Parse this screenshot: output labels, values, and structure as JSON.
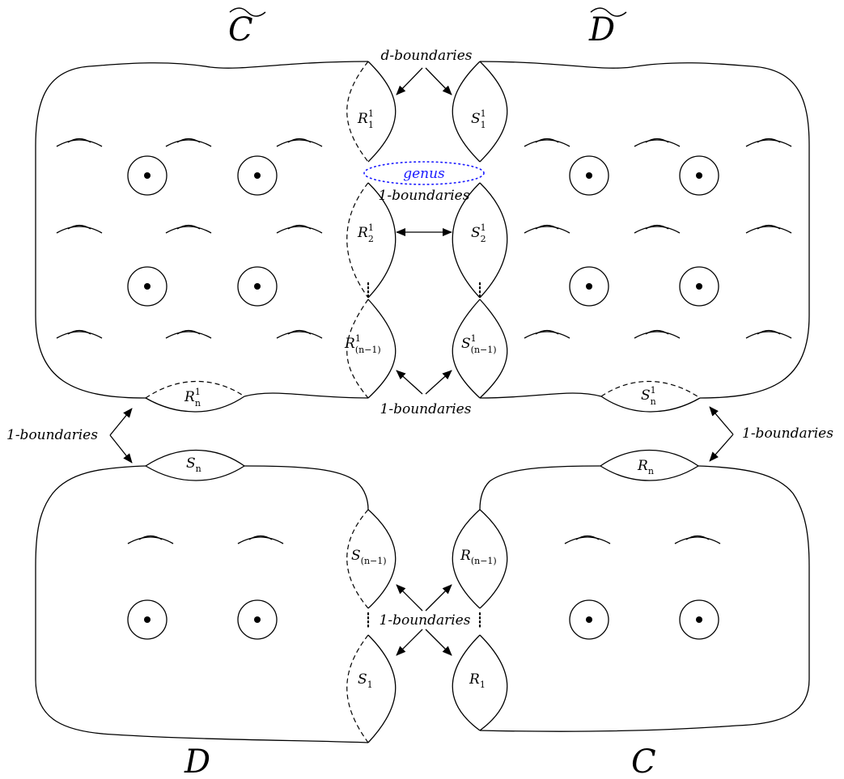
{
  "surfaces": {
    "top_left": "C",
    "top_right": "D",
    "bottom_left": "D",
    "bottom_right": "C"
  },
  "boundary_labels": {
    "top_d": "d-boundaries",
    "mid_one": "1-boundaries",
    "top_bottom_one": "1-boundaries",
    "left_one": "1-boundaries",
    "right_one": "1-boundaries",
    "lower_center_one": "1-boundaries"
  },
  "genus_label": "genus",
  "colors": {
    "genus": "#1a1aff",
    "stroke": "#000000"
  },
  "components": {
    "R1_1": {
      "base": "R",
      "sub": "1",
      "sup": "1"
    },
    "R2_1": {
      "base": "R",
      "sub": "2",
      "sup": "1"
    },
    "Rn1_1": {
      "base": "R",
      "sub": "(n−1)",
      "sup": "1"
    },
    "Rn_1": {
      "base": "R",
      "sub": "n",
      "sup": "1"
    },
    "S1_1": {
      "base": "S",
      "sub": "1",
      "sup": "1"
    },
    "S2_1": {
      "base": "S",
      "sub": "2",
      "sup": "1"
    },
    "Sn1_1": {
      "base": "S",
      "sub": "(n−1)",
      "sup": "1"
    },
    "Sn_1": {
      "base": "S",
      "sub": "n",
      "sup": "1"
    },
    "Sn": {
      "base": "S",
      "sub": "n"
    },
    "Sn1": {
      "base": "S",
      "sub": "(n−1)"
    },
    "S1": {
      "base": "S",
      "sub": "1"
    },
    "Rn": {
      "base": "R",
      "sub": "n"
    },
    "Rn1": {
      "base": "R",
      "sub": "(n−1)"
    },
    "R1": {
      "base": "R",
      "sub": "1"
    }
  }
}
